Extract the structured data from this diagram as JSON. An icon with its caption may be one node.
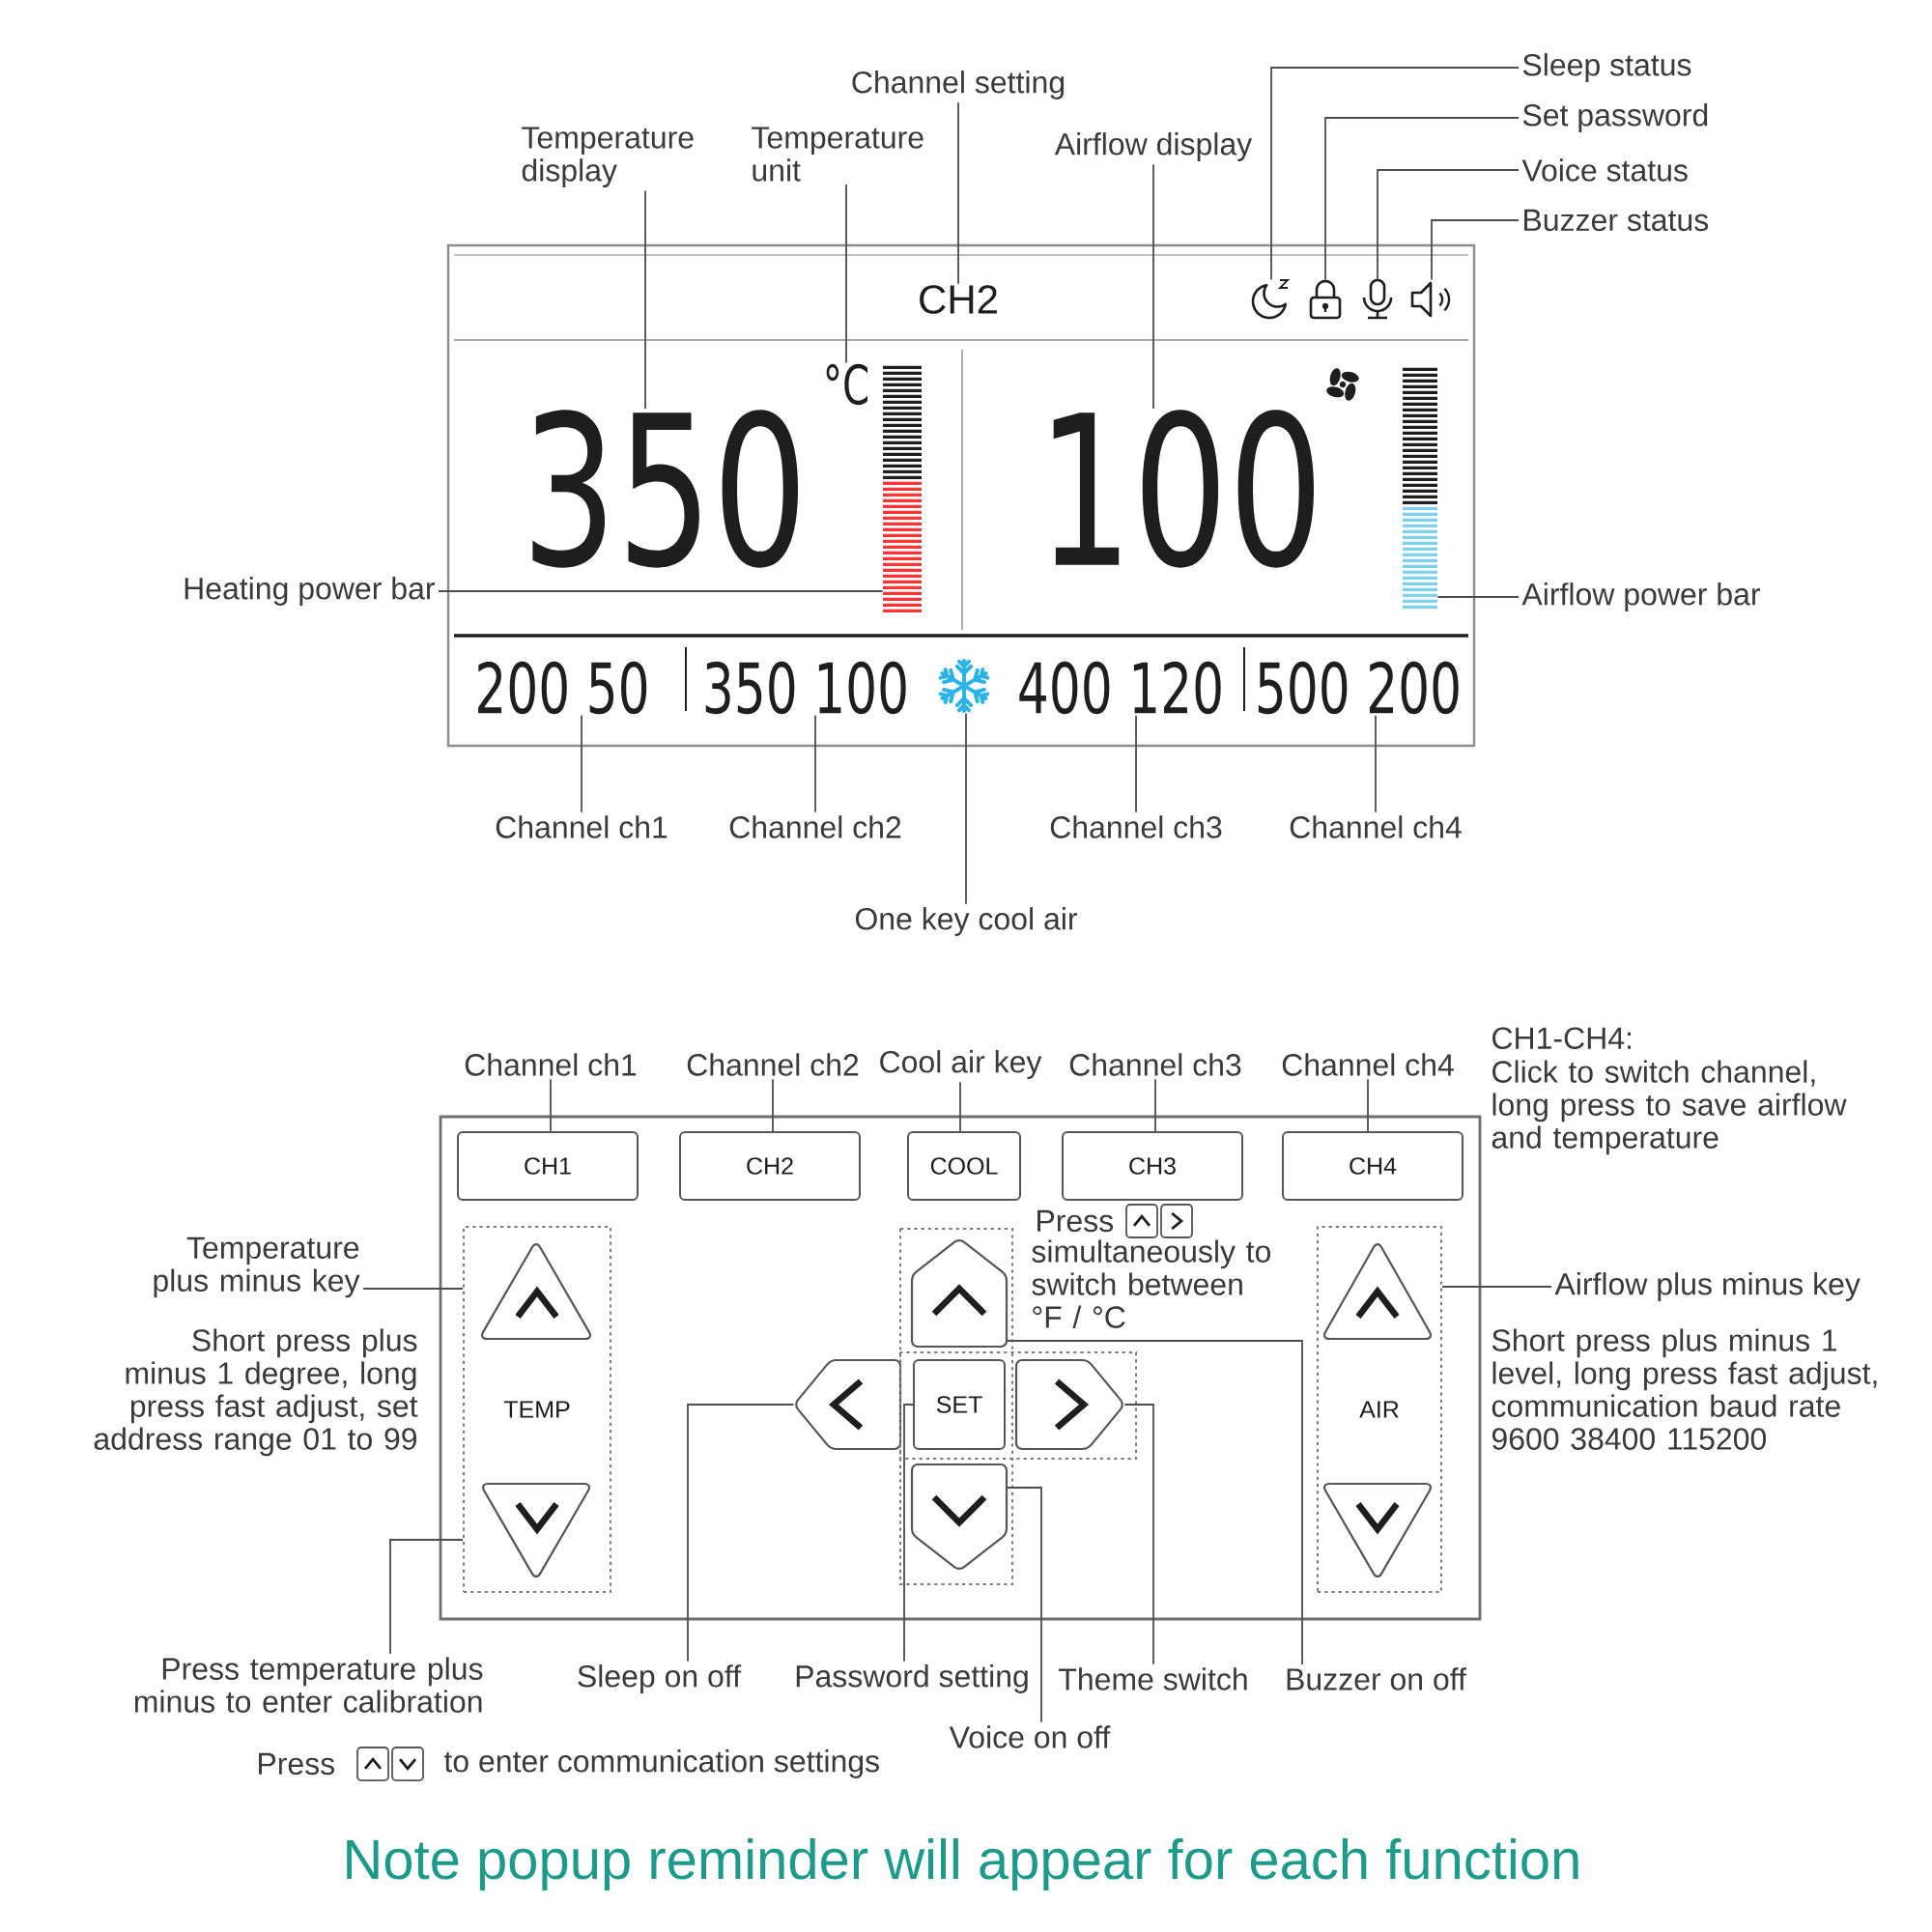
{
  "diagram": {
    "caption": "Note popup reminder will appear for each function",
    "nodes": [
      {
        "text": [
          "Channel setting"
        ]
      },
      {
        "text": [
          "Sleep status"
        ]
      },
      {
        "text": [
          "Set password"
        ]
      },
      {
        "text": [
          "Temperature display"
        ]
      },
      {
        "text": [
          "Temperature unit"
        ]
      },
      {
        "text": [
          "Airflow display"
        ]
      },
      {
        "text": [
          "Voice status"
        ]
      },
      {
        "text": [
          "Buzzer status"
        ]
      },
      {
        "text": [],
        "shape": "box"
      },
      {
        "text": [
          "CH2"
        ],
        "in": 8
      },
      {
        "text": [],
        "shape": "picture",
        "in": 8
      },
      {
        "text": [],
        "shape": "picture",
        "in": 8
      },
      {
        "text": [],
        "shape": "picture",
        "in": 8
      },
      {
        "text": [],
        "shape": "picture",
        "in": 8
      },
      {
        "text": [
          "°C"
        ],
        "in": 8
      },
      {
        "text": [
          "350"
        ],
        "in": 8
      },
      {
        "text": [],
        "shape": "bar",
        "in": 8
      },
      {
        "text": [
          "100"
        ],
        "in": 8
      },
      {
        "text": [],
        "shape": "bar",
        "in": 8
      },
      {
        "text": [
          "Heating power bar"
        ]
      },
      {
        "text": [
          "Airflow power bar"
        ]
      },
      {
        "text": [
          "200 50"
        ],
        "in": 8
      },
      {
        "text": [
          "350 100"
        ],
        "in": 8
      },
      {
        "text": [],
        "shape": "picture",
        "in": 8
      },
      {
        "text": [
          "400 120"
        ],
        "in": 8
      },
      {
        "text": [
          "500 200"
        ],
        "in": 8
      },
      {
        "text": [
          "Channel ch1"
        ]
      },
      {
        "text": [
          "Channel ch2"
        ]
      },
      {
        "text": [
          "Channel ch3"
        ]
      },
      {
        "text": [
          "Channel ch4"
        ]
      },
      {
        "text": [
          "One key cool air"
        ]
      },
      {
        "text": [
          "Channel ch1"
        ]
      },
      {
        "text": [
          "Channel ch2"
        ]
      },
      {
        "text": [
          "Cool air key"
        ]
      },
      {
        "text": [
          "Channel ch3"
        ]
      },
      {
        "text": [
          "Channel ch4"
        ]
      },
      {
        "text": [],
        "shape": "box"
      },
      {
        "text": [
          "CH1"
        ],
        "in": 36
      },
      {
        "text": [
          "CH2"
        ],
        "in": 36
      },
      {
        "text": [
          "COOL"
        ],
        "in": 36
      },
      {
        "text": [
          "CH3"
        ],
        "in": 36
      },
      {
        "text": [
          "CH4"
        ],
        "in": 36
      },
      {
        "text": [
          "Temperature plus minus key"
        ]
      },
      {
        "text": [
          "TEMP"
        ],
        "in": 36
      },
      {
        "text": [],
        "shape": "triangle",
        "in": 43
      },
      {
        "text": [],
        "shape": "triangle",
        "in": 43
      },
      {
        "text": [],
        "shape": "pentagon",
        "in": 36
      },
      {
        "text": [],
        "shape": "pentagon",
        "in": 36
      },
      {
        "text": [
          "SET"
        ],
        "in": 36
      },
      {
        "text": [],
        "shape": "pentagon",
        "in": 36
      },
      {
        "text": [],
        "shape": "pentagon",
        "in": 36
      },
      {
        "text": [
          "AIR"
        ],
        "in": 36
      },
      {
        "text": [],
        "shape": "triangle",
        "in": 51
      },
      {
        "text": [],
        "shape": "triangle",
        "in": 51
      },
      {
        "text": [
          "Airflow plus minus key"
        ]
      },
      {
        "text": [
          "Press temperature plus minus to enter calibration"
        ]
      },
      {
        "text": [
          "Sleep on off"
        ]
      },
      {
        "text": [
          "Password setting"
        ]
      },
      {
        "text": [
          "Theme switch"
        ]
      },
      {
        "text": [
          "Buzzer on off"
        ]
      },
      {
        "text": [
          "Voice on off"
        ]
      }
    ],
    "edges": [
      {
        "from": 0,
        "to": 9,
        "arrow": "none"
      },
      {
        "from": 1,
        "to": 10,
        "arrow": "none"
      },
      {
        "from": 2,
        "to": 11,
        "arrow": "none"
      },
      {
        "from": 3,
        "to": 15,
        "arrow": "none"
      },
      {
        "from": 4,
        "to": 14,
        "arrow": "none"
      },
      {
        "from": 5,
        "to": 17,
        "arrow": "none"
      },
      {
        "from": 6,
        "to": 12,
        "arrow": "none"
      },
      {
        "from": 7,
        "to": 13,
        "arrow": "none"
      },
      {
        "from": 19,
        "to": 16,
        "arrow": "none"
      },
      {
        "from": 20,
        "to": 18,
        "arrow": "none"
      },
      {
        "from": 26,
        "to": 21,
        "arrow": "none"
      },
      {
        "from": 27,
        "to": 22,
        "arrow": "none"
      },
      {
        "from": 28,
        "to": 24,
        "arrow": "none"
      },
      {
        "from": 29,
        "to": 25,
        "arrow": "none"
      },
      {
        "from": 30,
        "to": 23,
        "arrow": "none"
      },
      {
        "from": 31,
        "to": 37,
        "arrow": "none"
      },
      {
        "from": 32,
        "to": 38,
        "arrow": "none"
      },
      {
        "from": 33,
        "to": 39,
        "arrow": "none"
      },
      {
        "from": 34,
        "to": 40,
        "arrow": "none"
      },
      {
        "from": 35,
        "to": 41,
        "arrow": "none"
      },
      {
        "from": 42,
        "to": 43,
        "arrow": "none"
      },
      {
        "from": 54,
        "to": 51,
        "arrow": "none"
      },
      {
        "from": 55,
        "to": 43,
        "arrow": "none"
      },
      {
        "from": 56,
        "to": 47,
        "arrow": "none"
      },
      {
        "from": 57,
        "to": 48,
        "arrow": "none"
      },
      {
        "from": 58,
        "to": 49,
        "arrow": "none"
      },
      {
        "from": 59,
        "to": 46,
        "arrow": "none"
      },
      {
        "from": 60,
        "to": 50,
        "arrow": "none"
      }
    ],
    "labels": [
      "CH1-CH4:",
      "Click to switch channel, long press to save airflow and temperature",
      "Press",
      "simultaneously to switch between °F / °C",
      "Short press plus minus 1 degree, long press fast adjust, set address range 01 to 99",
      "Short press plus minus 1 level, long press fast adjust, communication baud rate 9600 38400 115200",
      "Press",
      "to enter communication settings"
    ]
  }
}
